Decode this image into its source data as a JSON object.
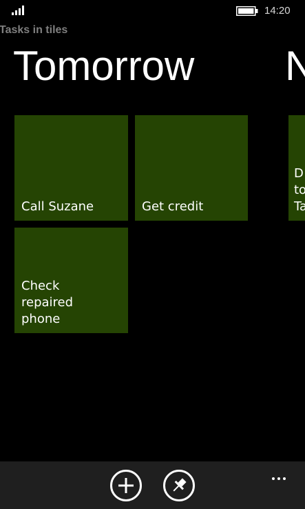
{
  "status_bar": {
    "time": "14:20",
    "signal_icon": "signal-bars-icon",
    "battery_icon": "battery-icon"
  },
  "app": {
    "title": "Tasks in tiles"
  },
  "panorama": {
    "current_section": "Tomorrow",
    "next_section_peek": "N",
    "tiles": [
      {
        "label": "Call Suzane"
      },
      {
        "label": "Get credit"
      },
      {
        "label": "Check repaired phone"
      }
    ],
    "peek_tile_lines": [
      "D",
      "to",
      "Ta"
    ]
  },
  "app_bar": {
    "buttons": [
      {
        "icon": "add-icon"
      },
      {
        "icon": "pin-icon"
      }
    ],
    "more_icon": "ellipsis-icon"
  },
  "colors": {
    "tile_accent": "#254403",
    "background": "#000000",
    "app_bar": "#1f1f1f"
  }
}
